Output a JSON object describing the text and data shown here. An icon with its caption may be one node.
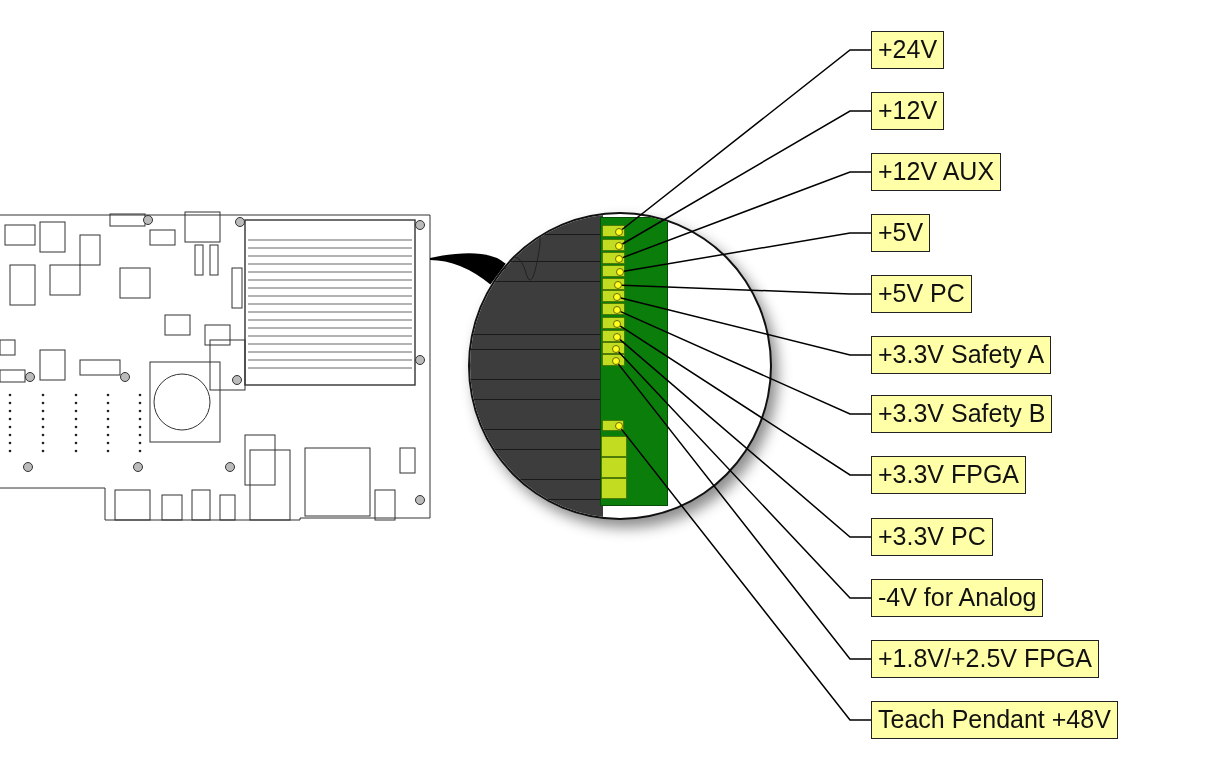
{
  "diagram": {
    "nodes": [
      {
        "text": [],
        "shape": "picture"
      },
      {
        "text": [],
        "shape": "circle"
      },
      {
        "text": [],
        "shape": "circle",
        "in": 1
      },
      {
        "text": [],
        "shape": "circle",
        "in": 1
      },
      {
        "text": [],
        "shape": "circle",
        "in": 1
      },
      {
        "text": [],
        "shape": "circle",
        "in": 1
      },
      {
        "text": [],
        "shape": "circle",
        "in": 1
      },
      {
        "text": [],
        "shape": "circle",
        "in": 1
      },
      {
        "text": [],
        "shape": "circle",
        "in": 1
      },
      {
        "text": [],
        "shape": "circle",
        "in": 1
      },
      {
        "text": [],
        "shape": "circle",
        "in": 1
      },
      {
        "text": [],
        "shape": "circle",
        "in": 1
      },
      {
        "text": [],
        "shape": "circle",
        "in": 1
      },
      {
        "text": [],
        "shape": "circle",
        "in": 1
      },
      {
        "text": [
          "+24V"
        ]
      },
      {
        "text": [
          "+12V"
        ]
      },
      {
        "text": [
          "+12V AUX"
        ]
      },
      {
        "text": [
          "+5V"
        ]
      },
      {
        "text": [
          "+5V PC"
        ]
      },
      {
        "text": [
          "+3.3V Safety A"
        ]
      },
      {
        "text": [
          "+3.3V Safety B"
        ]
      },
      {
        "text": [
          "+3.3V FPGA"
        ]
      },
      {
        "text": [
          "+3.3V PC"
        ]
      },
      {
        "text": [
          "-4V for Analog"
        ]
      },
      {
        "text": [
          "+1.8V/+2.5V FPGA"
        ]
      },
      {
        "text": [
          "Teach Pendant +48V"
        ]
      }
    ],
    "edges": [
      {
        "from": 14,
        "to": 2,
        "arrow": "none"
      },
      {
        "from": 15,
        "to": 3,
        "arrow": "none"
      },
      {
        "from": 16,
        "to": 4,
        "arrow": "none"
      },
      {
        "from": 17,
        "to": 5,
        "arrow": "none"
      },
      {
        "from": 18,
        "to": 6,
        "arrow": "none"
      },
      {
        "from": 19,
        "to": 7,
        "arrow": "none"
      },
      {
        "from": 20,
        "to": 8,
        "arrow": "none"
      },
      {
        "from": 21,
        "to": 9,
        "arrow": "none"
      },
      {
        "from": 22,
        "to": 10,
        "arrow": "none"
      },
      {
        "from": 23,
        "to": 11,
        "arrow": "none"
      },
      {
        "from": 24,
        "to": 12,
        "arrow": "none"
      },
      {
        "from": 25,
        "to": 13,
        "arrow": "none"
      },
      {
        "from": 0,
        "to": 1,
        "arrow": "none",
        "style": "thick"
      }
    ]
  }
}
